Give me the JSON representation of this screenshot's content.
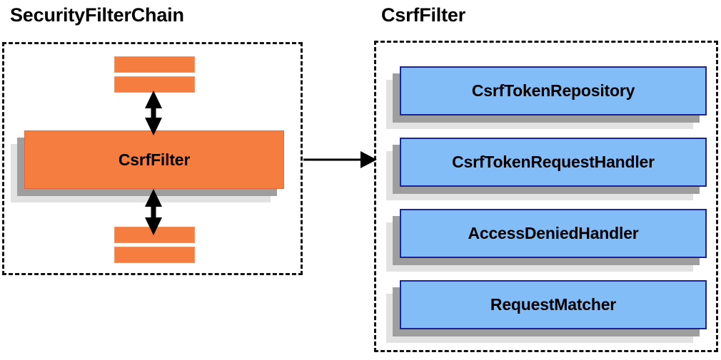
{
  "diagram": {
    "type": "component-relationship",
    "background": "#ffffff"
  },
  "colors": {
    "filter_fill": "#f47d3f",
    "filter_stroke": "#e2663a",
    "collaborator_fill": "#82bdf8",
    "collaborator_stroke": "#15259b",
    "shadow_near": "#9e9e9e",
    "shadow_far": "#e2e2e2",
    "container_stroke": "#111111",
    "text": "#000000"
  },
  "panels": [
    {
      "id": "security-filter-chain",
      "title": "SecurityFilterChain",
      "nodes": [
        {
          "id": "stub-top-1",
          "kind": "stub",
          "label": ""
        },
        {
          "id": "stub-top-2",
          "kind": "stub",
          "label": ""
        },
        {
          "id": "csrf-filter",
          "kind": "filter",
          "label": "CsrfFilter"
        },
        {
          "id": "stub-bottom-1",
          "kind": "stub",
          "label": ""
        },
        {
          "id": "stub-bottom-2",
          "kind": "stub",
          "label": ""
        }
      ],
      "connectors": [
        {
          "id": "chain-link-above",
          "style": "double-arrow-vertical"
        },
        {
          "id": "chain-link-below",
          "style": "double-arrow-vertical"
        }
      ]
    },
    {
      "id": "csrf-filter-detail",
      "title": "CsrfFilter",
      "nodes": [
        {
          "id": "csrf-token-repository",
          "kind": "collaborator",
          "label": "CsrfTokenRepository"
        },
        {
          "id": "csrf-token-request-handler",
          "kind": "collaborator",
          "label": "CsrfTokenRequestHandler"
        },
        {
          "id": "access-denied-handler",
          "kind": "collaborator",
          "label": "AccessDeniedHandler"
        },
        {
          "id": "request-matcher",
          "kind": "collaborator",
          "label": "RequestMatcher"
        }
      ]
    }
  ],
  "connectors": [
    {
      "id": "expand-arrow",
      "from": "security-filter-chain",
      "to": "csrf-filter-detail",
      "style": "single-arrow-right"
    }
  ]
}
